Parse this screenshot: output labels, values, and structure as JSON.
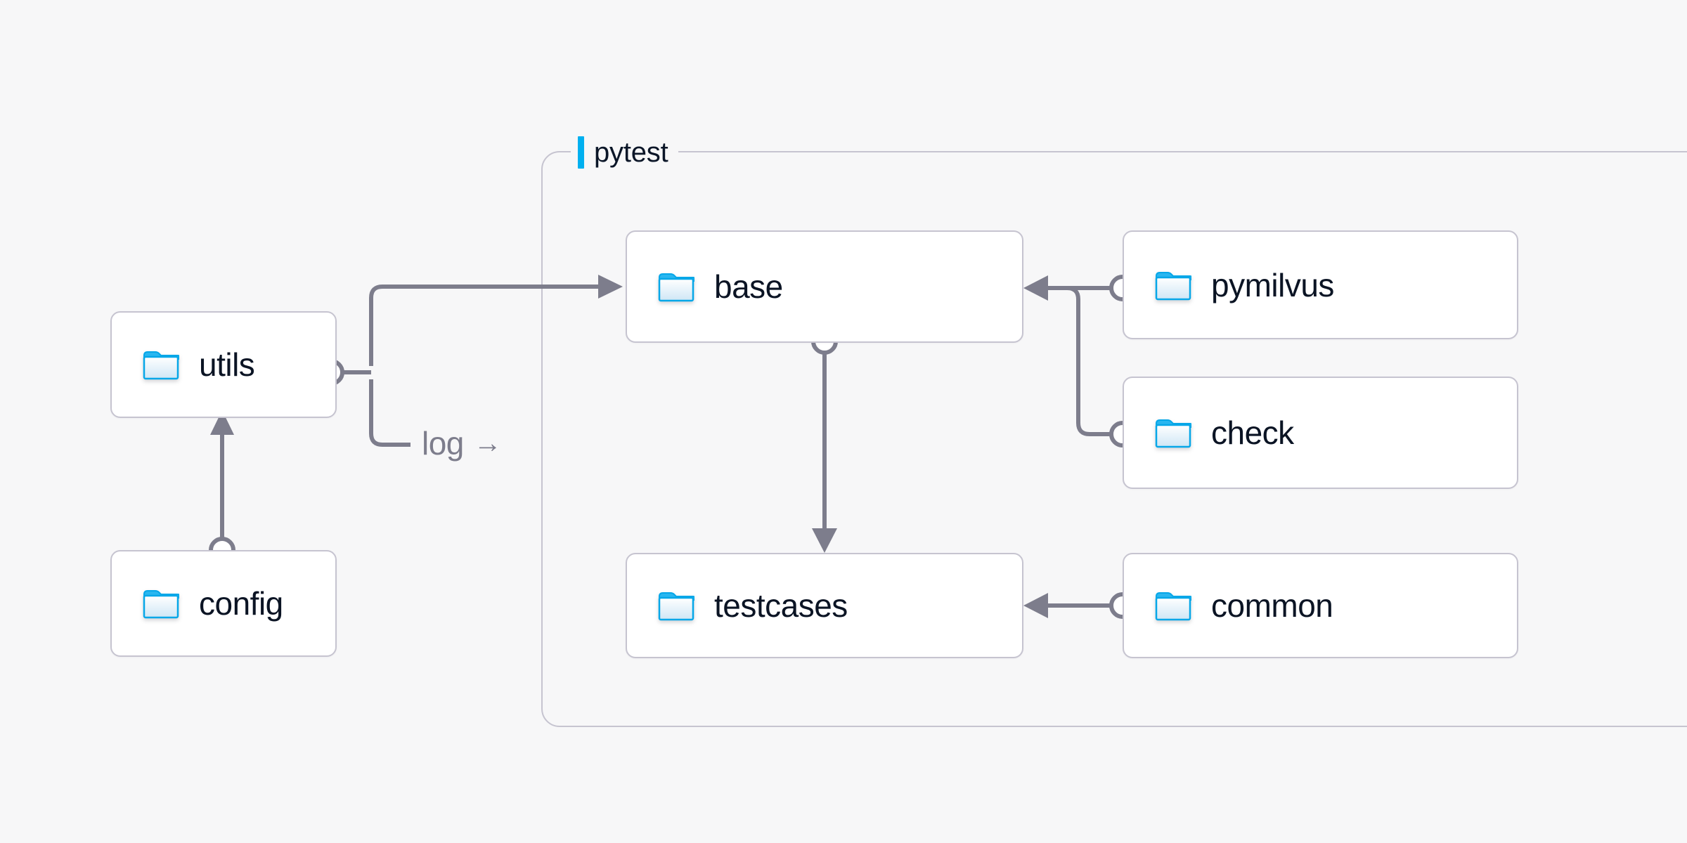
{
  "diagram": {
    "type": "architecture-flow",
    "background_color": "#f7f7f8",
    "accent_color": "#00b0f0",
    "edge_color": "#7d7d8c",
    "node_border_color": "#c6c4d0",
    "node_text_color": "#0b1424"
  },
  "group": {
    "label": "pytest",
    "accent_color": "#00b0f0"
  },
  "nodes": [
    {
      "id": "utils",
      "label": "utils",
      "icon": "folder-icon",
      "group": null
    },
    {
      "id": "config",
      "label": "config",
      "icon": "folder-icon",
      "group": null
    },
    {
      "id": "base",
      "label": "base",
      "icon": "folder-icon",
      "group": "pytest"
    },
    {
      "id": "testcases",
      "label": "testcases",
      "icon": "folder-icon",
      "group": "pytest"
    },
    {
      "id": "pymilvus",
      "label": "pymilvus",
      "icon": "folder-icon",
      "group": "pytest"
    },
    {
      "id": "check",
      "label": "check",
      "icon": "folder-icon",
      "group": "pytest"
    },
    {
      "id": "common",
      "label": "common",
      "icon": "folder-icon",
      "group": "pytest"
    }
  ],
  "edges": [
    {
      "from": "config",
      "to": "utils",
      "label": "",
      "direction": "up"
    },
    {
      "from": "utils",
      "to": "base",
      "label": "",
      "direction": "right"
    },
    {
      "from": "utils",
      "to": "pytest",
      "label": "log",
      "direction": "right"
    },
    {
      "from": "base",
      "to": "testcases",
      "label": "",
      "direction": "down"
    },
    {
      "from": "pymilvus",
      "to": "base",
      "label": "",
      "direction": "left"
    },
    {
      "from": "check",
      "to": "base",
      "label": "",
      "direction": "left"
    },
    {
      "from": "common",
      "to": "testcases",
      "label": "",
      "direction": "left"
    }
  ],
  "edge_labels": {
    "log": "log",
    "log_arrow": "→"
  }
}
